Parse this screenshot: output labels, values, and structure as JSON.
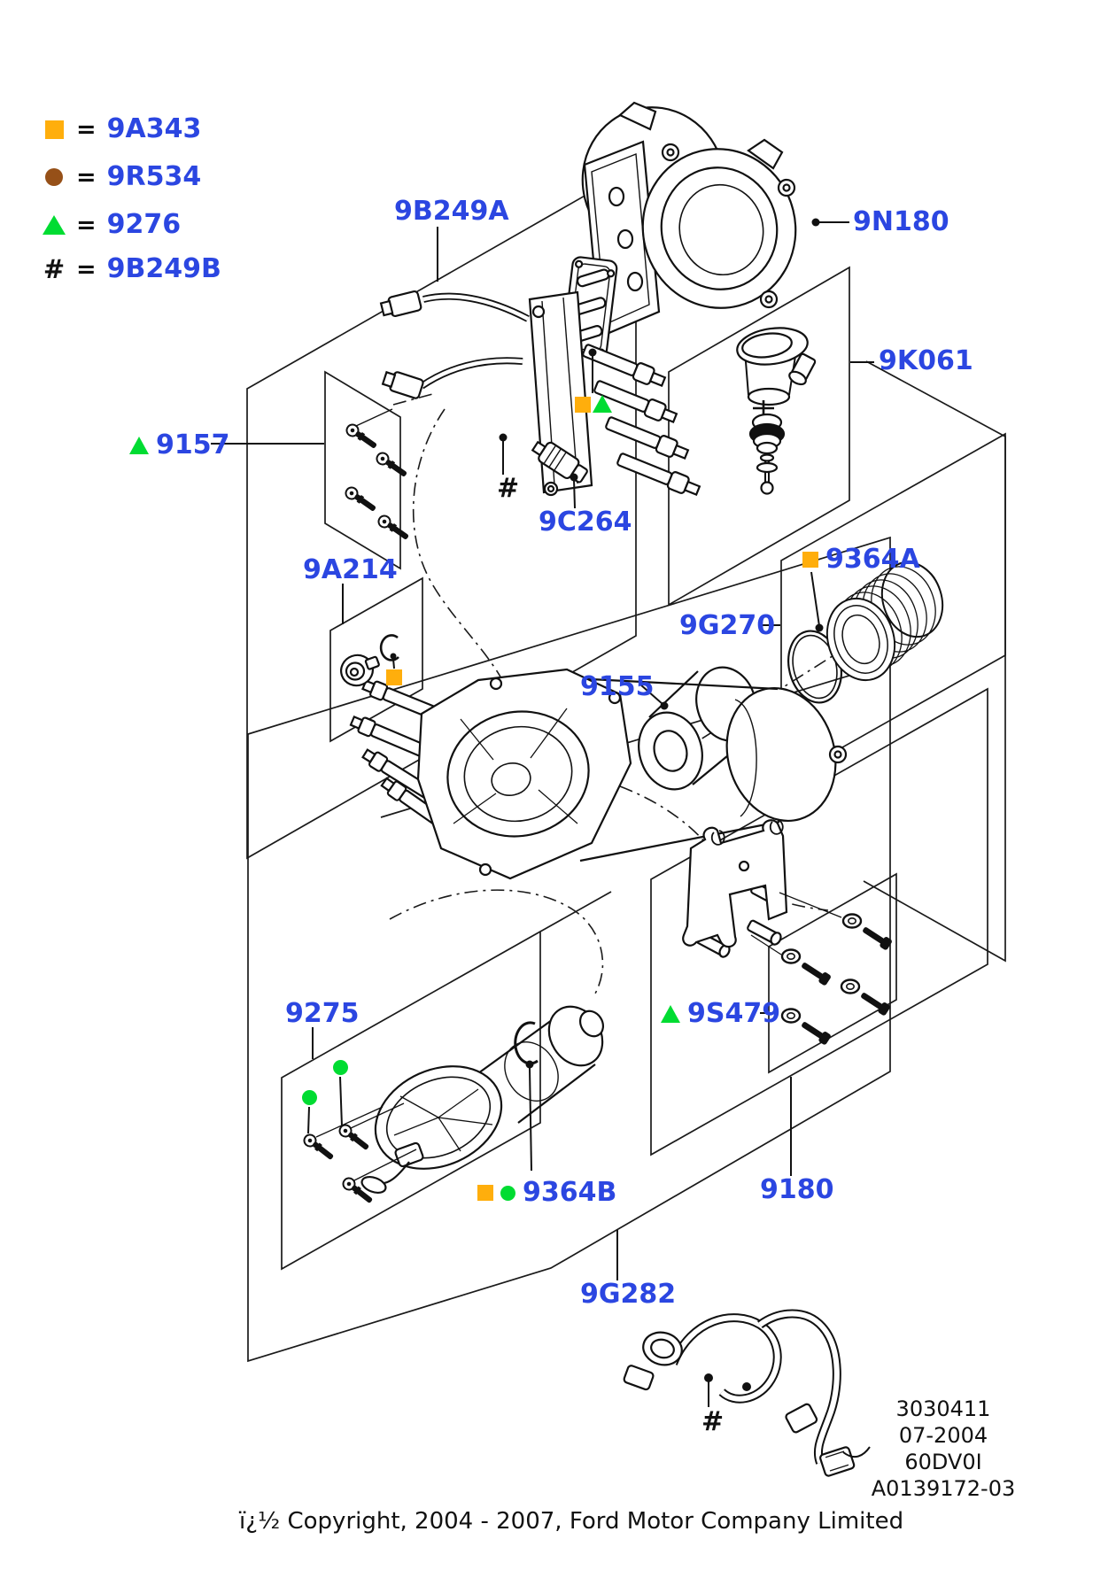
{
  "title": "Ford fuel filter and pump exploded parts diagram",
  "colors": {
    "label_blue": "#2B46E1",
    "marker_orange": "#FFAE0C",
    "marker_green": "#00DC32",
    "marker_brown": "#965018",
    "line_black": "#1A1A1A"
  },
  "legend": {
    "equals": "=",
    "items": [
      {
        "symbol": "orange-square",
        "code": "9A343"
      },
      {
        "symbol": "brown-circle",
        "code": "9R534"
      },
      {
        "symbol": "green-triangle",
        "code": "9276"
      },
      {
        "symbol": "hash",
        "hash": "#",
        "code": "9B249B"
      }
    ]
  },
  "labels": {
    "b249a": "9B249A",
    "n180": "9N180",
    "k061": "9K061",
    "l9157": "9157",
    "c264": "9C264",
    "a214": "9A214",
    "a9364": "9364A",
    "g270": "9G270",
    "l9155": "9155",
    "l9275": "9275",
    "s479": "9S479",
    "b9364": "9364B",
    "l9180": "9180",
    "g282": "9G282",
    "hash_rail": "#",
    "hash_harness": "#"
  },
  "footer": {
    "copyright": "ï¿½ Copyright, 2004 - 2007, Ford Motor Company Limited"
  },
  "plate": {
    "line1": "3030411",
    "line2": "07-2004",
    "line3": "60DV0I",
    "line4": "A0139172-03"
  }
}
